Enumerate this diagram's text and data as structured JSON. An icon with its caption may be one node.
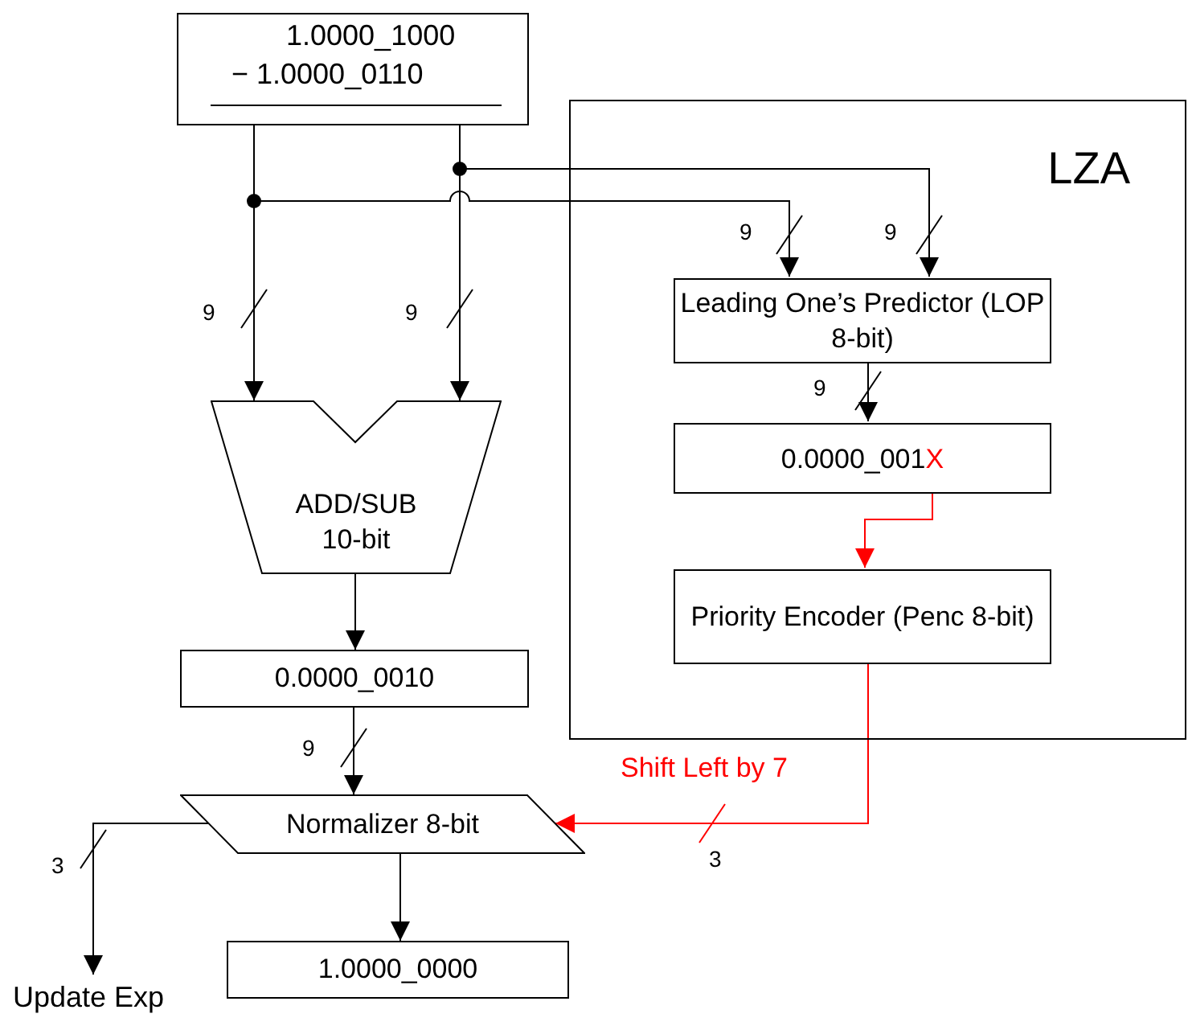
{
  "diagram": {
    "nodes": [
      {
        "text": [
          "1.0000_1000",
          "− 1.0000_0110"
        ]
      },
      {
        "text": [
          "LZA"
        ]
      },
      {
        "text": [
          "Leading One’s Predictor (LOP 8-bit)"
        ],
        "in": 1
      },
      {
        "text": [
          "0.0000_001X"
        ],
        "in": 1
      },
      {
        "text": [
          "Priority Encoder (Penc 8-bit)"
        ],
        "in": 1
      },
      {
        "text": [
          "ADD/SUB 10-bit"
        ]
      },
      {
        "text": [
          "0.0000_0010"
        ]
      },
      {
        "text": [
          "Normalizer 8-bit"
        ]
      },
      {
        "text": [
          "1.0000_0000"
        ]
      },
      {
        "text": [
          "Update Exp"
        ]
      }
    ],
    "edges": [
      {
        "from": 0,
        "to": 5,
        "arrow": "to",
        "label": "9"
      },
      {
        "from": 0,
        "to": 5,
        "arrow": "to",
        "label": "9"
      },
      {
        "from": 0,
        "to": 2,
        "arrow": "to",
        "label": "9"
      },
      {
        "from": 0,
        "to": 2,
        "arrow": "to",
        "label": "9"
      },
      {
        "from": 2,
        "to": 3,
        "arrow": "to",
        "label": "9"
      },
      {
        "from": 3,
        "to": 4,
        "arrow": "to",
        "color": "#ff0000"
      },
      {
        "from": 5,
        "to": 6,
        "arrow": "to"
      },
      {
        "from": 6,
        "to": 7,
        "arrow": "to",
        "label": "9"
      },
      {
        "from": 4,
        "to": 7,
        "arrow": "to",
        "label": "Shift Left by 7",
        "color": "#ff0000"
      },
      {
        "from": 7,
        "to": 8,
        "arrow": "to"
      },
      {
        "from": 7,
        "to": 9,
        "arrow": "to",
        "label": "3"
      }
    ],
    "labels": [
      "3"
    ]
  }
}
